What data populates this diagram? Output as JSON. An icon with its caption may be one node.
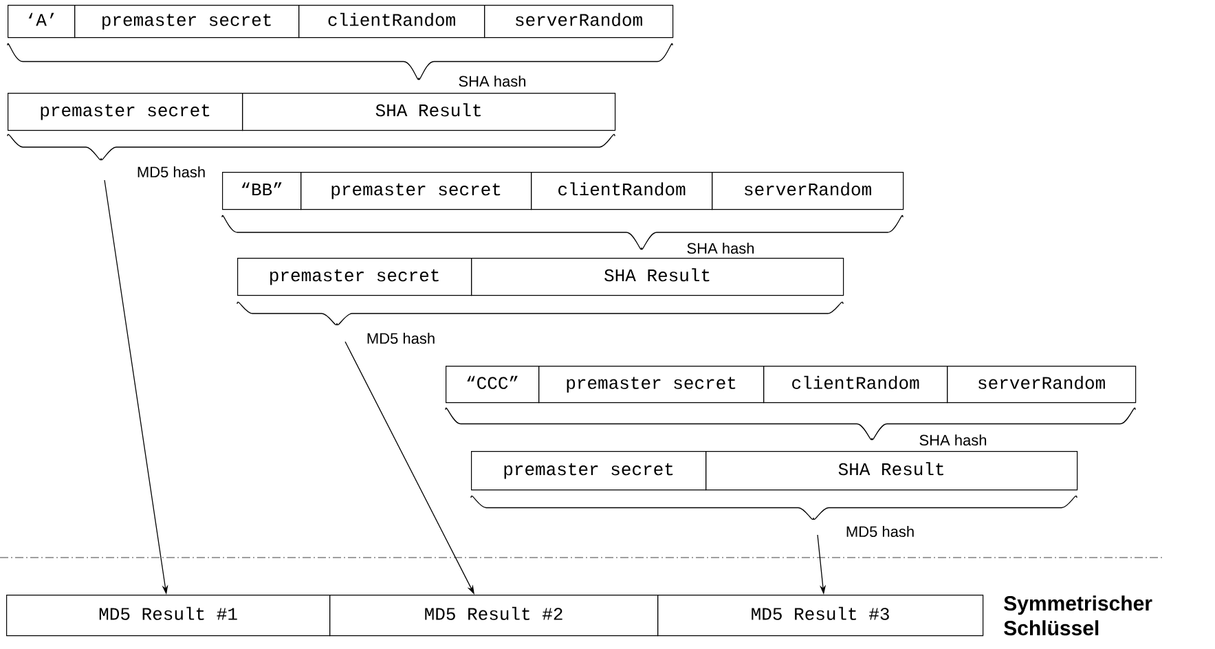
{
  "diagram": {
    "nodes": [
      {
        "text": [
          "‘A’"
        ]
      },
      {
        "text": [
          "premaster secret"
        ]
      },
      {
        "text": [
          "clientRandom"
        ]
      },
      {
        "text": [
          "serverRandom"
        ]
      },
      {
        "text": [
          "premaster secret"
        ]
      },
      {
        "text": [
          "SHA Result"
        ]
      },
      {
        "text": [
          "“BB”"
        ]
      },
      {
        "text": [
          "premaster secret"
        ]
      },
      {
        "text": [
          "clientRandom"
        ]
      },
      {
        "text": [
          "serverRandom"
        ]
      },
      {
        "text": [
          "premaster secret"
        ]
      },
      {
        "text": [
          "SHA Result"
        ]
      },
      {
        "text": [
          "“CCC”"
        ]
      },
      {
        "text": [
          "premaster secret"
        ]
      },
      {
        "text": [
          "clientRandom"
        ]
      },
      {
        "text": [
          "serverRandom"
        ]
      },
      {
        "text": [
          "premaster secret"
        ]
      },
      {
        "text": [
          "SHA Result"
        ]
      },
      {
        "text": [
          "MD5 Result #1"
        ]
      },
      {
        "text": [
          "MD5 Result #2"
        ]
      },
      {
        "text": [
          "MD5 Result #3"
        ]
      }
    ],
    "edges": [
      {
        "from": null,
        "to": 18,
        "arrow": "to"
      },
      {
        "from": null,
        "to": 19,
        "arrow": "to"
      },
      {
        "from": null,
        "to": 20,
        "arrow": "to"
      }
    ],
    "labels": [
      "SHA hash",
      "MD5 hash",
      "SHA hash",
      "MD5 hash",
      "SHA hash",
      "MD5 hash",
      "Symmetrischer Schlüssel"
    ]
  }
}
